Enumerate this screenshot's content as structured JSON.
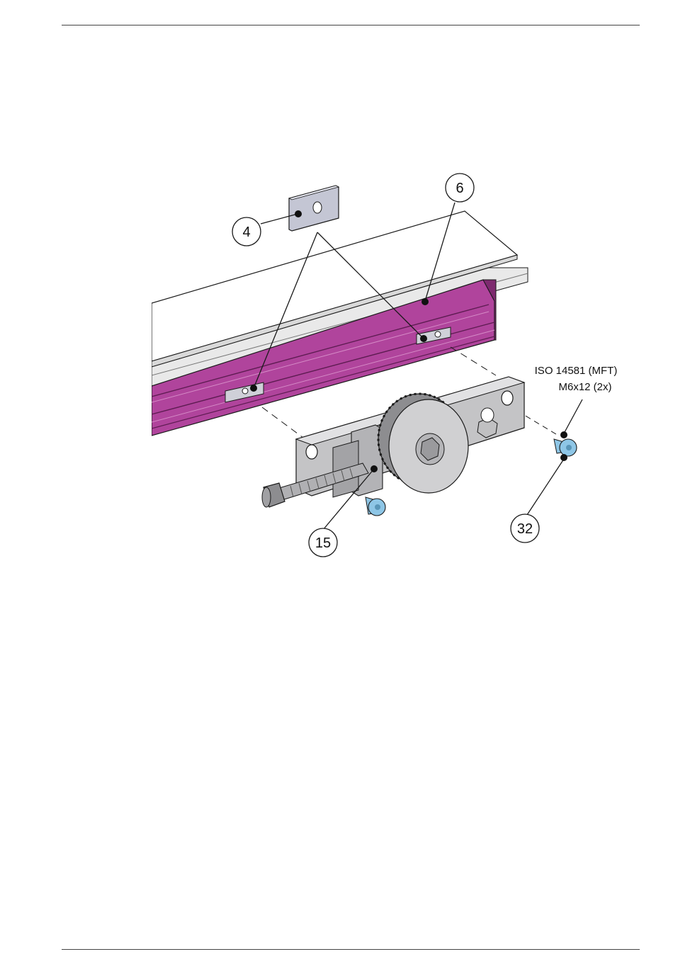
{
  "callouts": {
    "c4": "4",
    "c6": "6",
    "c15": "15",
    "c32": "32"
  },
  "screw_spec": {
    "line1": "ISO 14581 (MFT)",
    "line2": "M6x12 (2x)"
  },
  "colors": {
    "profile": "#b0449c",
    "profile_dark": "#7e2a6f",
    "steel": "#c4c4c6",
    "steel_dark": "#8d8d90",
    "screw": "#8ec6e6",
    "line": "#1a1a1a"
  }
}
